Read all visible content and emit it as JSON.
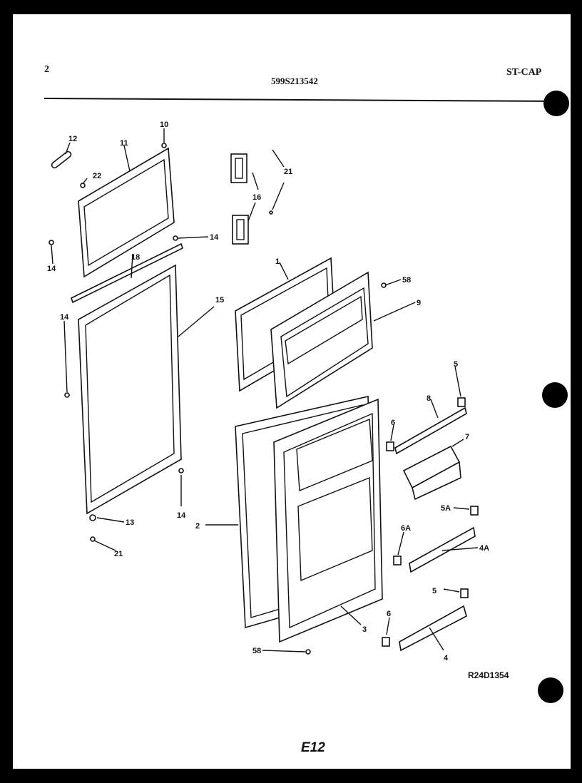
{
  "header": {
    "page_number": "2",
    "model_number": "599S213542",
    "series": "ST-CAP"
  },
  "footer": {
    "diagram_code": "R24D1354",
    "page_code": "E12"
  },
  "callouts": {
    "c1": "1",
    "c2": "2",
    "c3": "3",
    "c4": "4",
    "c4a": "4A",
    "c5_top": "5",
    "c5_bottom": "5",
    "c5a": "5A",
    "c6_top": "6",
    "c6_bottom": "6",
    "c6a": "6A",
    "c7": "7",
    "c8": "8",
    "c9": "9",
    "c10": "10",
    "c11": "11",
    "c12": "12",
    "c13": "13",
    "c14_a": "14",
    "c14_b": "14",
    "c14_c": "14",
    "c14_d": "14",
    "c15": "15",
    "c16": "16",
    "c18": "18",
    "c21_a": "21",
    "c21_b": "21",
    "c22": "22",
    "c58_a": "58",
    "c58_b": "58"
  }
}
